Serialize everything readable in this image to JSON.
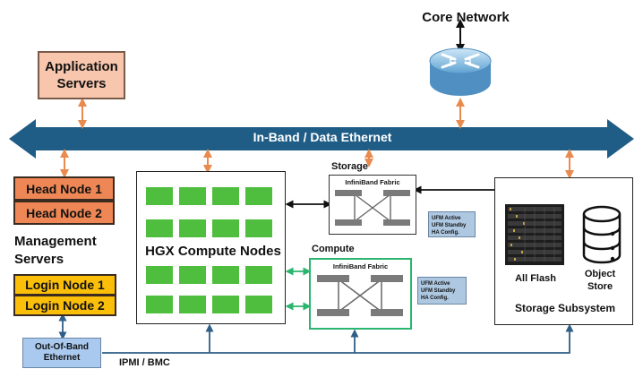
{
  "core_network": {
    "title": "Core Network"
  },
  "application_servers": {
    "label": "Application\nServers"
  },
  "data_bus": {
    "label": "In-Band / Data Ethernet"
  },
  "management": {
    "head_nodes": [
      "Head Node 1",
      "Head Node 2"
    ],
    "title": "Management\nServers",
    "login_nodes": [
      "Login Node 1",
      "Login Node 2"
    ]
  },
  "hgx": {
    "label": "HGX Compute Nodes"
  },
  "storage_fabric": {
    "title": "Storage",
    "fabric_label": "InfiniBand Fabric",
    "ufm": "UFM Active\nUFM Standby\nHA Config."
  },
  "compute_fabric": {
    "title": "Compute",
    "fabric_label": "InfiniBand Fabric",
    "ufm": "UFM Active\nUFM Standby\nHA Config."
  },
  "storage_subsystem": {
    "all_flash": "All Flash",
    "object_store": "Object\nStore",
    "title": "Storage Subsystem"
  },
  "oob": {
    "label": "Out-Of-Band\nEthernet",
    "ipmi": "IPMI / BMC"
  },
  "colors": {
    "bus": "#1f5d86",
    "connector_orange": "#e98a4f",
    "connector_green": "#2bb56e",
    "connector_blue": "#2f5f86",
    "gpu_green": "#4fbe3e",
    "head_node": "#ee8755",
    "login_node": "#fbbf0a",
    "app_server": "#f7c6ad",
    "oob": "#a9c9ef",
    "ufm": "#aec8e2"
  }
}
